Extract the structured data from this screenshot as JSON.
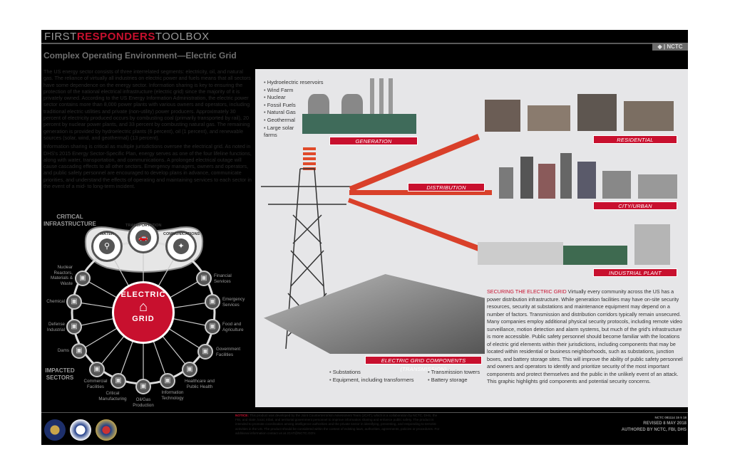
{
  "header": {
    "brand_first": "FIRST",
    "brand_responders": "RESPONDERS",
    "brand_toolbox": "TOOLBOX",
    "agency_badge": "NCTC",
    "title": "Complex Operating Environment—Electric Grid"
  },
  "intro": {
    "p1": "The US energy sector consists of three interrelated segments: electricity, oil, and natural gas. The reliance of virtually all industries on electric power and fuels means that all sectors have some dependence on the energy sector. Information sharing is key to ensuring the protection of the national electrical infrastructure (electric grid) since the majority of it is privately owned. According to the US Energy Information Administration, the electric power sector contains more than 8,000 power plants with various owners and operators, including traditional electric utilities and private (non-utility) power producers. Approximately 30 percent of electricity produced occurs by combusting coal (primarily transported by rail), 20 percent by nuclear power plants, and 33 percent by combusting natural gas. The remaining generation is provided by hydroelectric plants (6 percent), oil (1 percent), and renewable sources (solar, wind, and geothermal) (13 percent).",
    "p2": "Information sharing is critical as multiple jurisdictions oversee the electrical grid. As noted in DHS's 2015 Energy Sector-Specific Plan, energy serves as one of the four lifeline functions, along with water, transportation, and communications. A prolonged electrical outage will cause cascading effects to all other sectors. Emergency managers, owners and operators, and public safety personnel are encouraged to develop plans in advance, communicate priorities, and understand the effects of operating and maintaining services to each sector in the event of a mid- to long-term incident."
  },
  "wheel": {
    "critical_label": "CRITICAL INFRASTRUCTURE",
    "impacted_label": "IMPACTED SECTORS",
    "center_top": "ELECTRIC",
    "center_bottom": "GRID",
    "critical": [
      {
        "label": "WATER",
        "icon": "faucet-icon"
      },
      {
        "label": "TRANSPORTATION",
        "icon": "car-icon"
      },
      {
        "label": "COMMUNICATIONS",
        "icon": "satellite-icon"
      }
    ],
    "sectors": [
      {
        "label": "Nuclear Reactors, Materials & Waste",
        "icon": "nuclear-plant-icon"
      },
      {
        "label": "Chemical",
        "icon": "flask-icon"
      },
      {
        "label": "Defense Industrial",
        "icon": "missiles-icon"
      },
      {
        "label": "Dams",
        "icon": "dam-icon"
      },
      {
        "label": "Commercial Facilities",
        "icon": "building-icon"
      },
      {
        "label": "Critical Manufacturing",
        "icon": "robot-arm-icon"
      },
      {
        "label": "Oil/Gas Production",
        "icon": "oil-derrick-icon"
      },
      {
        "label": "Information Technology",
        "icon": "monitor-icon"
      },
      {
        "label": "Healthcare and Public Health",
        "icon": "stethoscope-icon"
      },
      {
        "label": "Government Facilities",
        "icon": "capitol-icon"
      },
      {
        "label": "Food and Agriculture",
        "icon": "apple-icon"
      },
      {
        "label": "Emergency Services",
        "icon": "ambulance-icon"
      },
      {
        "label": "Financial Services",
        "icon": "credit-card-icon"
      }
    ]
  },
  "diagram": {
    "generation_sources": [
      "Hydroelectric reservoirs",
      "Wind Farm",
      "Nuclear",
      "Fossil Fuels",
      "Natural Gas",
      "Geothermal",
      "Large solar farms"
    ],
    "labels": {
      "generation": "GENERATION",
      "distribution": "DISTRIBUTION",
      "residential": "RESIDENTIAL",
      "city": "CITY/URBAN",
      "industrial": "INDUSTRIAL PLANT",
      "components": "ELECTRIC GRID COMPONENTS (TRANSMISSION)"
    },
    "components_left": [
      "Substations",
      "Equipment, including transformers"
    ],
    "components_right": [
      "Transmission towers",
      "Battery storage"
    ],
    "accent": "#c8102e"
  },
  "securing": {
    "heading": "SECURING THE ELECTRIC GRID",
    "body": " Virtually every community across the US has a power distribution infrastructure. While generation facilities may have on-site security resources, security at substations and maintenance equipment may depend on a number of factors. Transmission and distribution corridors typically remain unsecured. Many companies employ additional physical security protocols, including remote video surveillance, motion detection and alarm systems, but much of the grid's infrastructure is more accessible. Public safety personnel should become familiar with the locations of electric grid elements within their jurisdictions, including components that may be located within residential or business neighborhoods, such as substations, junction boxes, and battery storage sites. This will improve the ability of public safety personnel and owners and operators to identify and prioritize security of the most important components and protect themselves and the public in the unlikely event of an attack. This graphic highlights grid components and potential security concerns."
  },
  "footer": {
    "notice_heading": "NOTICE:",
    "notice_body": " This product was developed by the Joint Counterterrorism Assessment Team (JCAT), which is a collaboration by NCTC, DHS, the FBI, and state, local, tribal, and territorial government personnel to improve information sharing and enhance public safety. The product is intended to promote coordination among intelligence authorities and the private sector in identifying, preventing, and responding to terrorist activities in the US. The product should be considered within the context of existing laws, authorities, agreements, policies or procedures. For additional information contact us at JCAT@NCTC.GOV.",
    "code": "NCTC 081114 15 5 18",
    "revised": "REVISED 8 MAY 2018",
    "authored": "AUTHORED BY NCTC, FBI, DHS",
    "seals": [
      "odni-seal-icon",
      "dhs-seal-icon",
      "fbi-seal-icon"
    ]
  }
}
